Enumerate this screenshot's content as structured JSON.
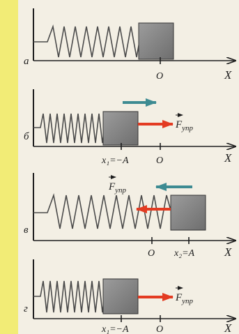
{
  "colors": {
    "background": "#f3efe4",
    "left_band": "#f2ec76",
    "block": "#8a8a8a",
    "spring": "#4a4a4a",
    "red_arrow": "#e33b22",
    "teal_arrow": "#3d8b92"
  },
  "panels": [
    {
      "letter": "а",
      "origin_label": "O",
      "axis_label": "X"
    },
    {
      "letter": "б",
      "origin_label": "O",
      "axis_label": "X",
      "position_label": "x₁=−A",
      "force_label": "F",
      "force_sub": "упр"
    },
    {
      "letter": "в",
      "origin_label": "O",
      "axis_label": "X",
      "position_label": "x₂=A",
      "force_label": "F",
      "force_sub": "упр"
    },
    {
      "letter": "г",
      "origin_label": "O",
      "axis_label": "X",
      "position_label": "x₁=−A",
      "force_label": "F",
      "force_sub": "упр"
    }
  ]
}
